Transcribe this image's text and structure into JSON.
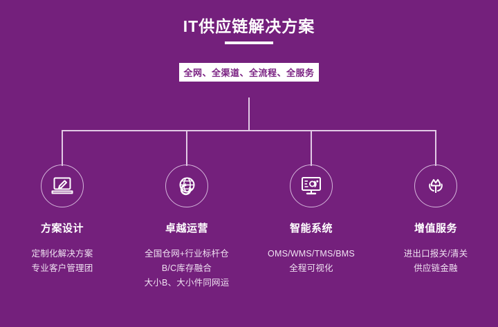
{
  "theme": {
    "background": "#74207c",
    "text": "#ffffff",
    "line": "#e2cbe6",
    "pill_background": "#ffffff",
    "pill_text": "#7a2182",
    "circle_border": "#d6b7dc"
  },
  "header": {
    "title": "IT供应链解决方案",
    "subtitle_pill": "全网、全渠道、全流程、全服务"
  },
  "columns": [
    {
      "icon": "laptop-pen-icon",
      "title": "方案设计",
      "lines": [
        "定制化解决方案",
        "专业客户管理团"
      ]
    },
    {
      "icon": "globe-arrow-icon",
      "title": "卓越运营",
      "lines": [
        "全国仓网+行业标杆仓",
        "B/C库存融合",
        "大小B、大小件同网运"
      ]
    },
    {
      "icon": "monitor-chart-icon",
      "title": "智能系统",
      "lines": [
        "OMS/WMS/TMS/BMS",
        "全程可视化"
      ]
    },
    {
      "icon": "hands-crown-icon",
      "title": "增值服务",
      "lines": [
        "进出口报关/清关",
        "供应链金融"
      ]
    }
  ]
}
